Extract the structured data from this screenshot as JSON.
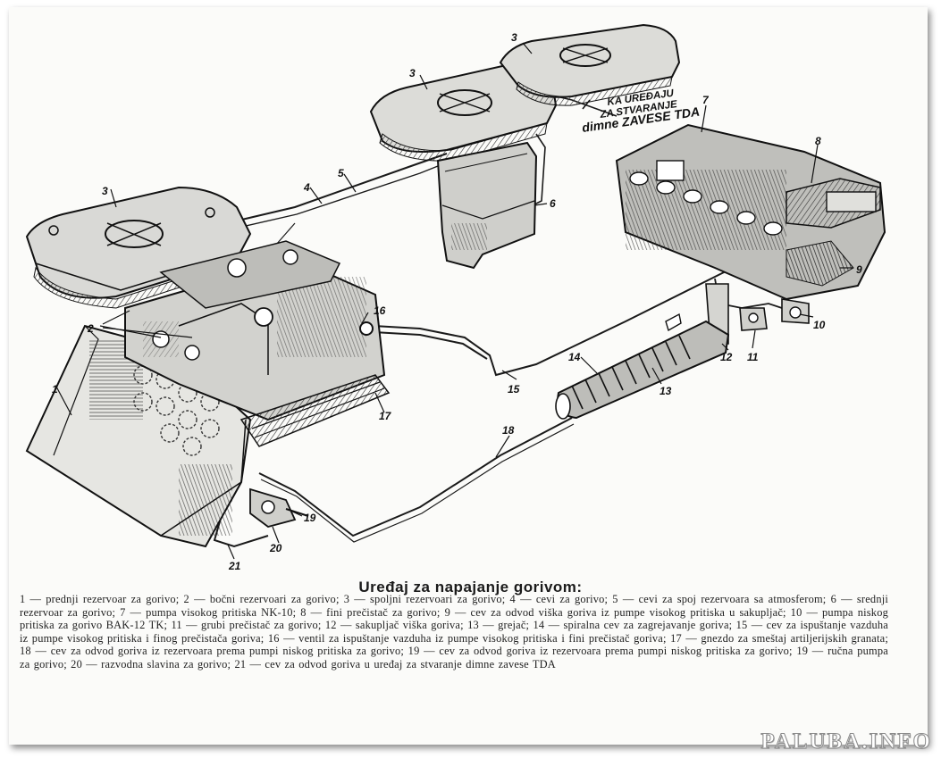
{
  "diagram": {
    "labels": {
      "l1": "1",
      "l2": "2",
      "l3a": "3",
      "l3b": "3",
      "l3c": "3",
      "l4": "4",
      "l5": "5",
      "l6": "6",
      "l7": "7",
      "l8": "8",
      "l9": "9",
      "l10": "10",
      "l11": "11",
      "l12": "12",
      "l13": "13",
      "l14": "14",
      "l15": "15",
      "l16": "16",
      "l17": "17",
      "l18": "18",
      "l19": "19",
      "l20": "20",
      "l21": "21"
    },
    "device_label": {
      "line1": "KA UREĐAJU",
      "line2": "ZA STVARANJE",
      "line3": "dimne ZAVESE TDA"
    }
  },
  "caption": {
    "title": "Uređaj za napajanje gorivom:",
    "text": "1 — prednji rezervoar za gorivo; 2 — bočni rezervoari za gorivo; 3 — spoljni rezervoari za gorivo; 4 — cevi za gorivo; 5 — cevi za spoj rezervoara sa atmosferom; 6 — srednji rezervoar za gorivo; 7 — pumpa visokog pritiska NK-10; 8 — fini prečistač za gorivo; 9 — cev za odvod viška goriva iz pumpe visokog pritiska u sakupljač; 10 — pumpa niskog pritiska za gorivo BAK-12 TK; 11 — grubi prečistač za gorivo; 12 — sakupljač viška goriva; 13 — grejač; 14 — spiralna cev za zagrejavanje goriva; 15 — cev za ispuštanje vazduha iz pumpe visokog pritiska i finog prečistača goriva; 16 — ventil za ispuštanje vazduha iz pumpe visokog pritiska i fini prečistač goriva; 17 — gnezdo za smeštaj artiljerijskih granata; 18 — cev za odvod goriva iz rezervoara prema pumpi niskog pritiska za gorivo; 19 — cev za odvod goriva iz rezervoara prema pumpi niskog pritiska za gorivo; 19 — ručna pumpa za gorivo; 20 — razvodna slavina za gorivo; 21 — cev za odvod goriva u uređaj za stvaranje dimne zavese TDA"
  },
  "watermark": "PALUBA.INFO"
}
